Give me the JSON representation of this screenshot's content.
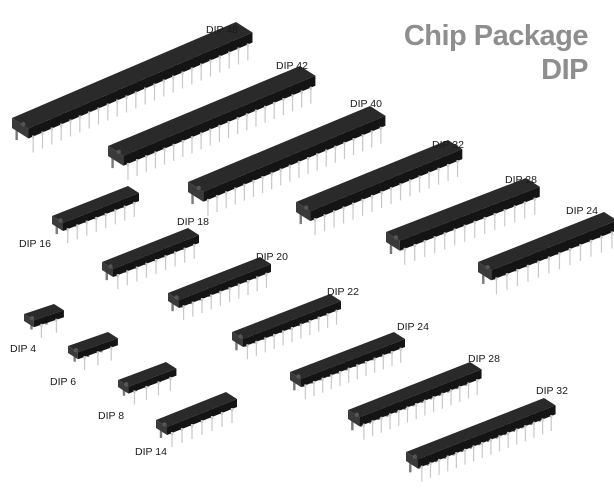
{
  "header": {
    "title_line1": "Chip Package",
    "title_line2": "DIP"
  },
  "colors": {
    "title": "#8e8e8e",
    "body_top": "#2a2a2a",
    "body_front": "#141414",
    "pin": "#c8c8c8",
    "pin_dark": "#7a7a7a"
  },
  "packages": [
    {
      "label": "DIP 48",
      "pins_per_side": 24
    },
    {
      "label": "DIP 42",
      "pins_per_side": 21
    },
    {
      "label": "DIP 40",
      "pins_per_side": 20
    },
    {
      "label": "DIP 32",
      "pins_per_side": 16
    },
    {
      "label": "DIP 28",
      "pins_per_side": 14
    },
    {
      "label": "DIP 24",
      "pins_per_side": 12
    },
    {
      "label": "DIP 16",
      "pins_per_side": 8
    },
    {
      "label": "DIP 18",
      "pins_per_side": 9
    },
    {
      "label": "DIP 20",
      "pins_per_side": 10
    },
    {
      "label": "DIP 22",
      "pins_per_side": 11
    },
    {
      "label": "DIP 24",
      "pins_per_side": 12
    },
    {
      "label": "DIP 28",
      "pins_per_side": 14
    },
    {
      "label": "DIP 32",
      "pins_per_side": 16
    },
    {
      "label": "DIP 4",
      "pins_per_side": 2
    },
    {
      "label": "DIP 6",
      "pins_per_side": 3
    },
    {
      "label": "DIP 8",
      "pins_per_side": 4
    },
    {
      "label": "DIP 14",
      "pins_per_side": 7
    }
  ]
}
